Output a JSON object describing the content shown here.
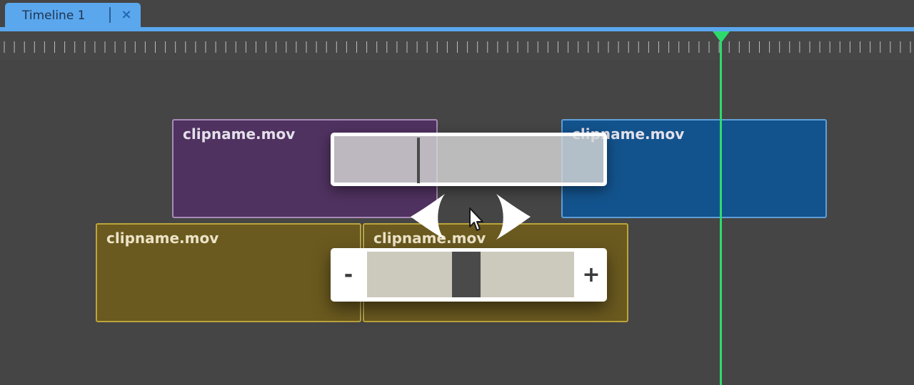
{
  "tabs": [
    {
      "label": "Timeline 1",
      "close": "×"
    }
  ],
  "clips": {
    "purple": {
      "name": "clipname.mov",
      "color": "#503260"
    },
    "blue": {
      "name": "clipname.mov",
      "color": "#13538d"
    },
    "olive_a": {
      "name": "clipname.mov",
      "color": "#6b5a1f"
    },
    "olive_b": {
      "name": "clipname.mov",
      "color": "#6b5a1f"
    }
  },
  "colors": {
    "accent": "#5aa7ee",
    "playhead": "#2ddb6d",
    "background": "#454545"
  },
  "scrubber": {
    "position_fraction": 0.31
  },
  "zoom": {
    "minus": "-",
    "plus": "+",
    "thumb_fraction": 0.48
  },
  "icons": {
    "playhead": "playhead-marker-icon",
    "nav_left": "chevron-left-icon",
    "nav_right": "chevron-right-icon",
    "cursor": "mouse-pointer-icon"
  }
}
